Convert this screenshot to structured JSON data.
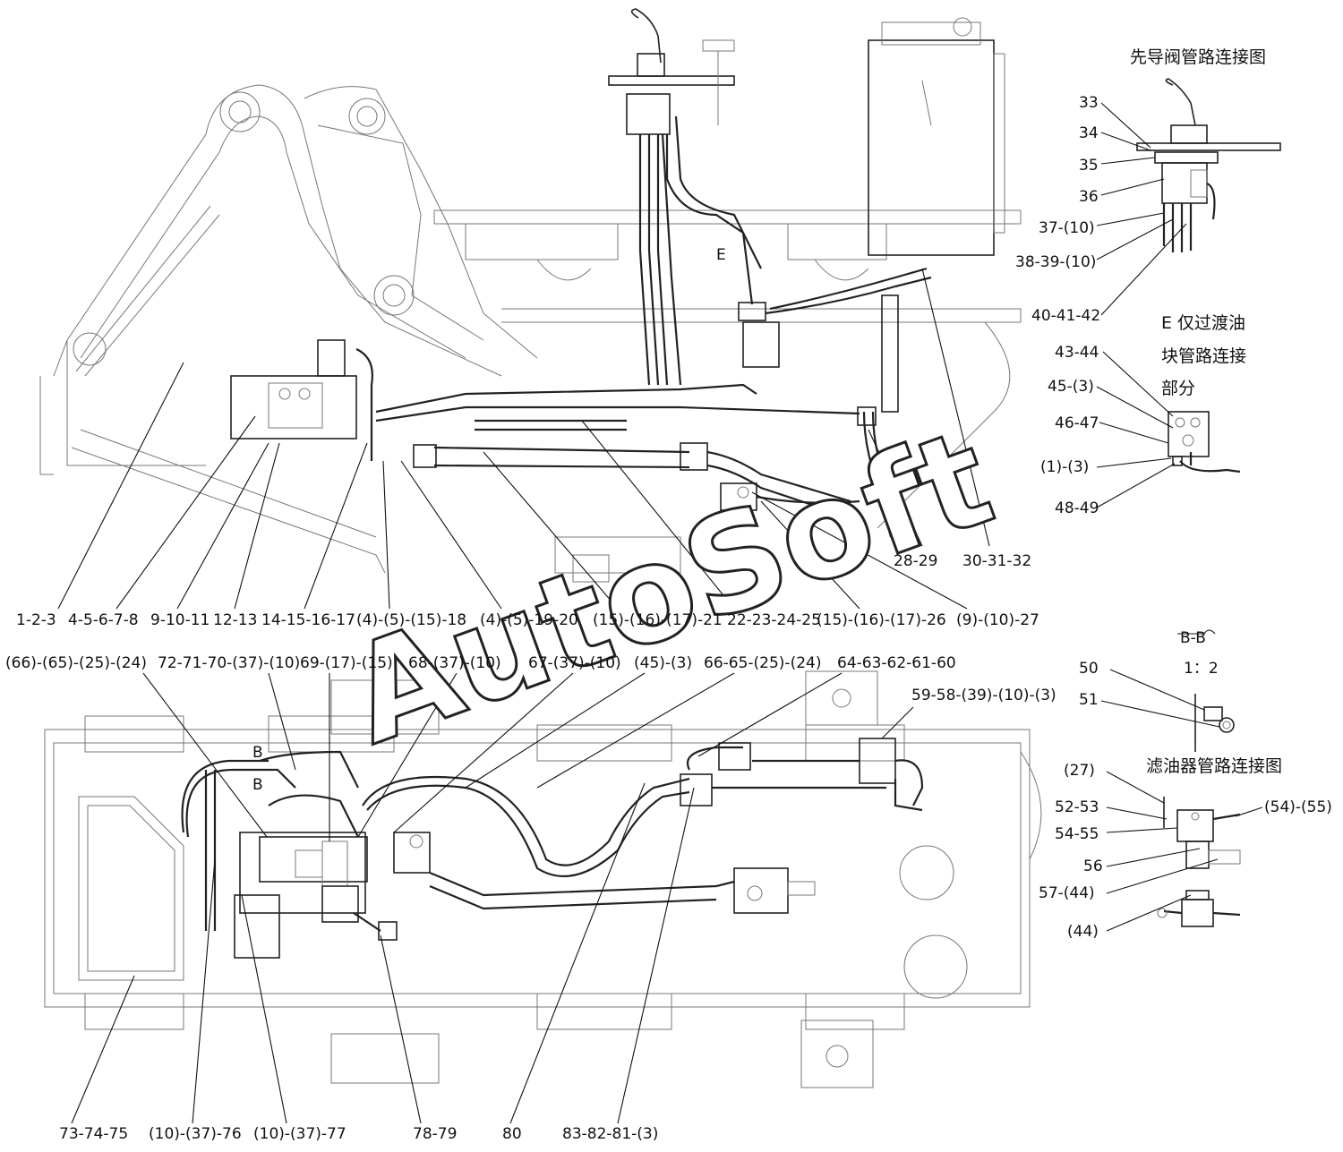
{
  "titles": {
    "pilot_valve": "先导阀管路连接图",
    "transition_block_1": "E 仅过渡油",
    "transition_block_2": "块管路连接",
    "transition_block_3": "部分",
    "filter": "滤油器管路连接图",
    "section": "B-B",
    "scale": "1：2"
  },
  "view_markers": {
    "e": "E",
    "b1": "B",
    "b2": "B"
  },
  "watermark": "AutoSoft",
  "callouts": {
    "c01": "1-2-3",
    "c02": "4-5-6-7-8",
    "c03": "9-10-11",
    "c04": "12-13",
    "c05": "14-15-16-17",
    "c06": "(4)-(5)-(15)-18",
    "c07": "(4)-(5)-19-20",
    "c08": "(15)-(16)-(17)-21",
    "c09": "22-23-24-25",
    "c10": "(15)-(16)-(17)-26",
    "c11": "(9)-(10)-27",
    "c12": "28-29",
    "c13": "30-31-32",
    "c14": "33",
    "c15": "34",
    "c16": "35",
    "c17": "36",
    "c18": "37-(10)",
    "c19": "38-39-(10)",
    "c20": "40-41-42",
    "c21": "43-44",
    "c22": "45-(3)",
    "c23": "46-47",
    "c24": "(1)-(3)",
    "c25": "48-49",
    "c26": "(66)-(65)-(25)-(24)",
    "c27": "72-71-70-(37)-(10)",
    "c28": "69-(17)-(15)",
    "c29": "68-(37)-(10)",
    "c30": "67-(37)-(10)",
    "c31": "(45)-(3)",
    "c32": "66-65-(25)-(24)",
    "c33": "64-63-62-61-60",
    "c34": "59-58-(39)-(10)-(3)",
    "c35": "50",
    "c36": "51",
    "c37": "(27)",
    "c38": "52-53",
    "c39": "54-55",
    "c40": "(54)-(55)",
    "c41": "56",
    "c42": "57-(44)",
    "c43": "(44)",
    "c44": "73-74-75",
    "c45": "(10)-(37)-76",
    "c46": "(10)-(37)-77",
    "c47": "78-79",
    "c48": "80",
    "c49": "83-82-81-(3)"
  }
}
